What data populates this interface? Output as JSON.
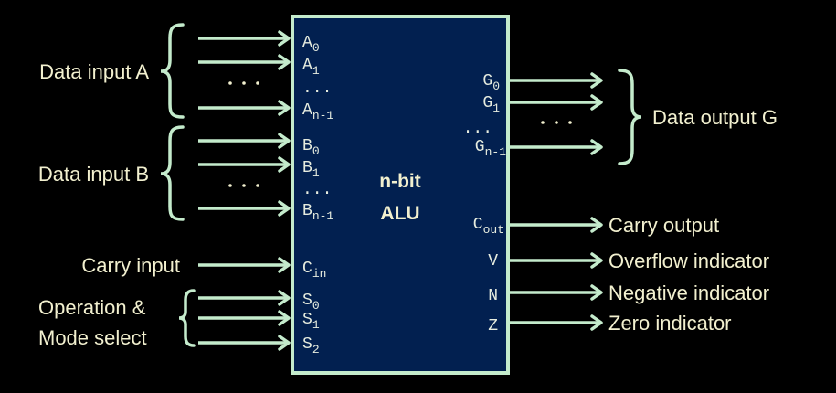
{
  "block": {
    "title_line1": "n-bit",
    "title_line2": "ALU",
    "fill_color": "#022050",
    "border_color": "#c4ebcc"
  },
  "input_groups": [
    {
      "label": "Data input A",
      "pins": [
        {
          "base": "A",
          "sub": "0"
        },
        {
          "base": "A",
          "sub": "1"
        },
        {
          "base": "...",
          "sub": ""
        },
        {
          "base": "A",
          "sub": "n-1"
        }
      ],
      "ellipsis": ". . ."
    },
    {
      "label": "Data input B",
      "pins": [
        {
          "base": "B",
          "sub": "0"
        },
        {
          "base": "B",
          "sub": "1"
        },
        {
          "base": "...",
          "sub": ""
        },
        {
          "base": "B",
          "sub": "n-1"
        }
      ],
      "ellipsis": ". . ."
    },
    {
      "label": "Carry input",
      "pins": [
        {
          "base": "C",
          "sub": "in"
        }
      ]
    },
    {
      "label_line1": "Operation &",
      "label_line2": "Mode select",
      "pins": [
        {
          "base": "S",
          "sub": "0"
        },
        {
          "base": "S",
          "sub": "1"
        },
        {
          "base": "S",
          "sub": "2"
        }
      ]
    }
  ],
  "output_groups": [
    {
      "label": "Data output G",
      "pins": [
        {
          "base": "G",
          "sub": "0"
        },
        {
          "base": "G",
          "sub": "1"
        },
        {
          "base": "...",
          "sub": ""
        },
        {
          "base": "G",
          "sub": "n-1"
        }
      ],
      "ellipsis": ". . ."
    },
    {
      "label": "Carry output",
      "pins": [
        {
          "base": "C",
          "sub": "out"
        }
      ]
    },
    {
      "label": "Overflow indicator",
      "pins": [
        {
          "base": "V",
          "sub": ""
        }
      ]
    },
    {
      "label": "Negative indicator",
      "pins": [
        {
          "base": "N",
          "sub": ""
        }
      ]
    },
    {
      "label": "Zero indicator",
      "pins": [
        {
          "base": "Z",
          "sub": ""
        }
      ]
    }
  ]
}
